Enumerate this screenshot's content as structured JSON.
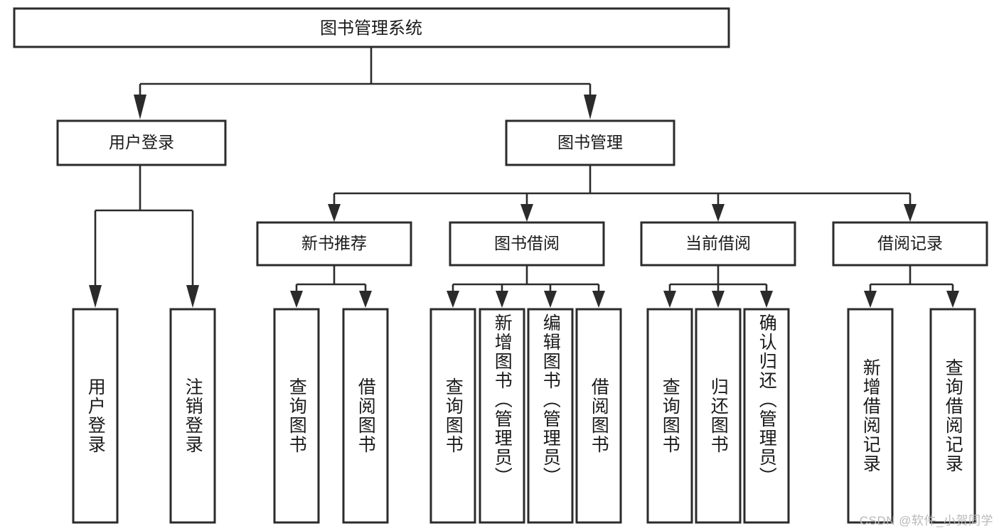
{
  "diagram": {
    "title": "图书管理系统",
    "type": "tree",
    "orientation": "top-down",
    "colors": {
      "background": "#ffffff",
      "box_fill": "#ffffff",
      "box_stroke": "#2b2b2b",
      "line": "#2b2b2b",
      "text": "#1a1a1a",
      "watermark": "#b9b9b9"
    },
    "root": {
      "label": "图书管理系统"
    },
    "level2": [
      {
        "label": "用户登录"
      },
      {
        "label": "图书管理"
      }
    ],
    "level3": [
      {
        "label": "新书推荐"
      },
      {
        "label": "图书借阅"
      },
      {
        "label": "当前借阅"
      },
      {
        "label": "借阅记录"
      }
    ],
    "leaves": {
      "user_login": [
        {
          "label": "用户登录"
        },
        {
          "label": "注销登录"
        }
      ],
      "new_book_recommend": [
        {
          "label": "查询图书"
        },
        {
          "label": "借阅图书"
        }
      ],
      "book_borrow": [
        {
          "label": "查询图书"
        },
        {
          "label": "新增图书（管理员）"
        },
        {
          "label": "编辑图书（管理员）"
        },
        {
          "label": "借阅图书"
        }
      ],
      "current_borrow": [
        {
          "label": "查询图书"
        },
        {
          "label": "归还图书"
        },
        {
          "label": "确认归还（管理员）"
        }
      ],
      "borrow_record": [
        {
          "label": "新增借阅记录"
        },
        {
          "label": "查询借阅记录"
        }
      ]
    }
  },
  "watermark": {
    "text": "CSDN @软件_小贺同学"
  }
}
